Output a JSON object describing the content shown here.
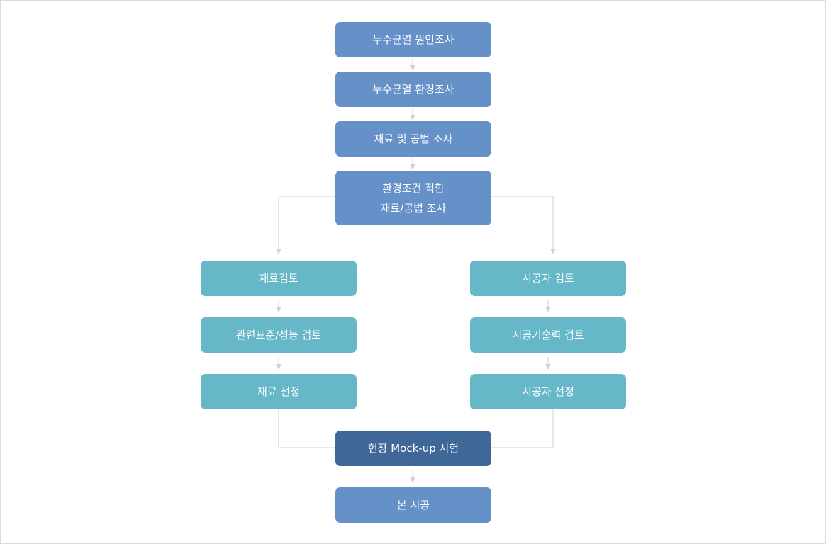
{
  "colors": {
    "main_step": "#6691c8",
    "branch_step": "#66b7c7",
    "highlight_step": "#3f6798",
    "connector": "#d2d2d2"
  },
  "flowchart": {
    "main_steps": [
      {
        "id": "step1",
        "lines": [
          "누수균열 원인조사"
        ]
      },
      {
        "id": "step2",
        "lines": [
          "누수균열 환경조사"
        ]
      },
      {
        "id": "step3",
        "lines": [
          "재료 및 공법 조사"
        ]
      },
      {
        "id": "step4",
        "lines": [
          "환경조건 적합",
          "재료/공법 조사"
        ]
      }
    ],
    "left_branch": [
      {
        "id": "left1",
        "label": "재료검토"
      },
      {
        "id": "left2",
        "label": "관련표준/성능 검토"
      },
      {
        "id": "left3",
        "label": "재료 선정"
      }
    ],
    "right_branch": [
      {
        "id": "right1",
        "label": "시공자 검토"
      },
      {
        "id": "right2",
        "label": "시공기술력 검토"
      },
      {
        "id": "right3",
        "label": "시공자 선정"
      }
    ],
    "merge_step": {
      "id": "mockup",
      "label": "현장 Mock-up 시험"
    },
    "final_step": {
      "id": "final",
      "label": "본 시공"
    }
  }
}
